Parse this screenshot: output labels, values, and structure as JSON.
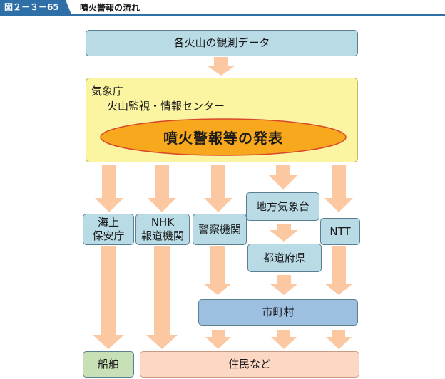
{
  "header": {
    "figure_number": "図２－３－65",
    "title": "噴火警報の流れ"
  },
  "nodes": {
    "observation": "各火山の観測データ",
    "agency_name": "気象庁",
    "center_name": "火山監視・情報センター",
    "announcement": "噴火警報等の発表",
    "coast_guard": [
      "海上",
      "保安庁"
    ],
    "nhk": [
      "NHK",
      "報道機関"
    ],
    "police": "警察機関",
    "local_met": "地方気象台",
    "ntt": "NTT",
    "prefecture": "都道府県",
    "municipality": "市町村",
    "ships": "船舶",
    "residents": "住民など"
  },
  "colors": {
    "arrow": "#fbc8a2",
    "announcement_fill": "#f7a81c",
    "announcement_stroke": "#d8482c"
  }
}
